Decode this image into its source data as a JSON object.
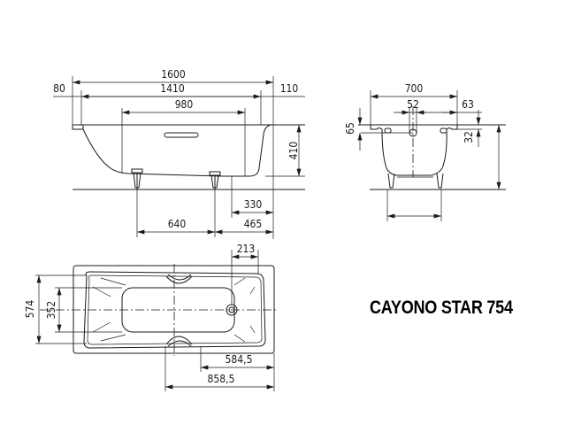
{
  "product": {
    "title": "CAYONO STAR 754"
  },
  "side_view": {
    "dimensions": {
      "overall_length": "1600",
      "left_rim": "80",
      "inner_length": "1410",
      "right_rim": "110",
      "panel_length": "980",
      "height": "410",
      "foot_spacing": "640",
      "foot_to_end": "465",
      "drain_to_end": "330"
    }
  },
  "end_view": {
    "dimensions": {
      "width": "700",
      "overflow_dia": "52",
      "rim_offset": "63",
      "rim_depth": "65",
      "rim_thickness": "32"
    }
  },
  "top_view": {
    "dimensions": {
      "drain_offset": "213",
      "width": "574",
      "inner_width": "352",
      "grip_to_end": "584,5",
      "center_to_end": "858,5"
    }
  }
}
